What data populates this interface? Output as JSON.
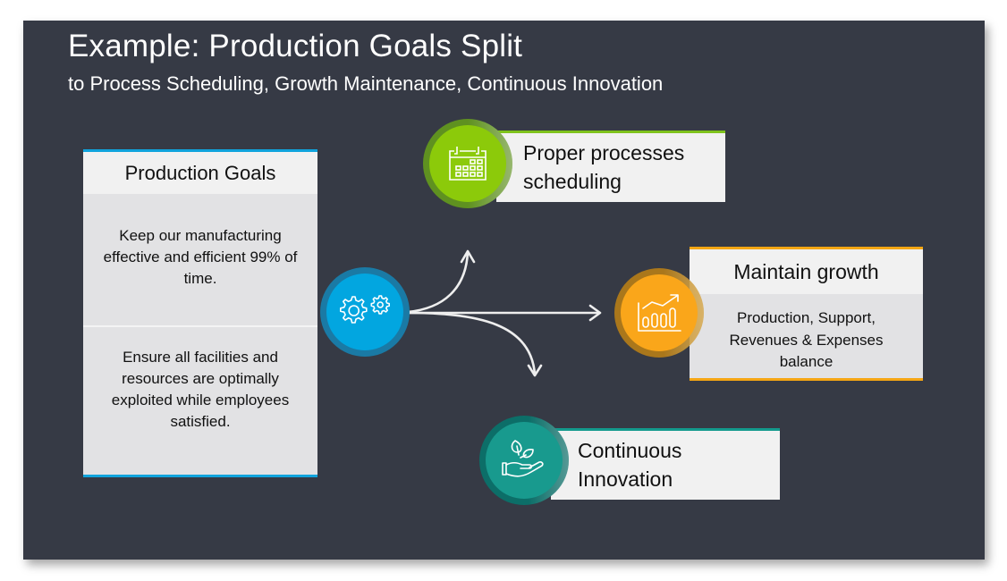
{
  "slide": {
    "title": "Example: Production Goals Split",
    "subtitle": "to Process Scheduling, Growth Maintenance, Continuous Innovation",
    "background_color": "#363a45"
  },
  "production_goals": {
    "heading": "Production Goals",
    "items": [
      "Keep our manufacturing effective and efficient 99% of time.",
      "Ensure all facilities and resources are optimally exploited while employees satisfied."
    ],
    "accent_color": "#10a3dc"
  },
  "hub": {
    "icon": "gears-icon",
    "color": "#02a6e0"
  },
  "branches": [
    {
      "icon": "calendar-icon",
      "label_line1": "Proper processes",
      "label_line2": "scheduling",
      "color": "#8cca0a",
      "direction": "up"
    },
    {
      "icon": "growth-chart-icon",
      "heading": "Maintain growth",
      "body": "Production, Support, Revenues & Expenses balance",
      "color": "#faa61a",
      "direction": "right"
    },
    {
      "icon": "hand-plant-icon",
      "label_line1": "Continuous",
      "label_line2": "Innovation",
      "color": "#189a8e",
      "direction": "down"
    }
  ]
}
